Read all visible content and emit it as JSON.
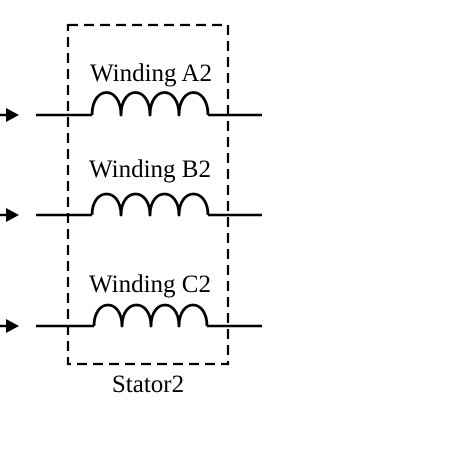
{
  "diagram": {
    "stator_label": "Stator2",
    "windings": [
      {
        "label": "Winding A2"
      },
      {
        "label": "Winding B2"
      },
      {
        "label": "Winding C2"
      }
    ],
    "colors": {
      "line": "#000000",
      "background": "#ffffff"
    }
  }
}
